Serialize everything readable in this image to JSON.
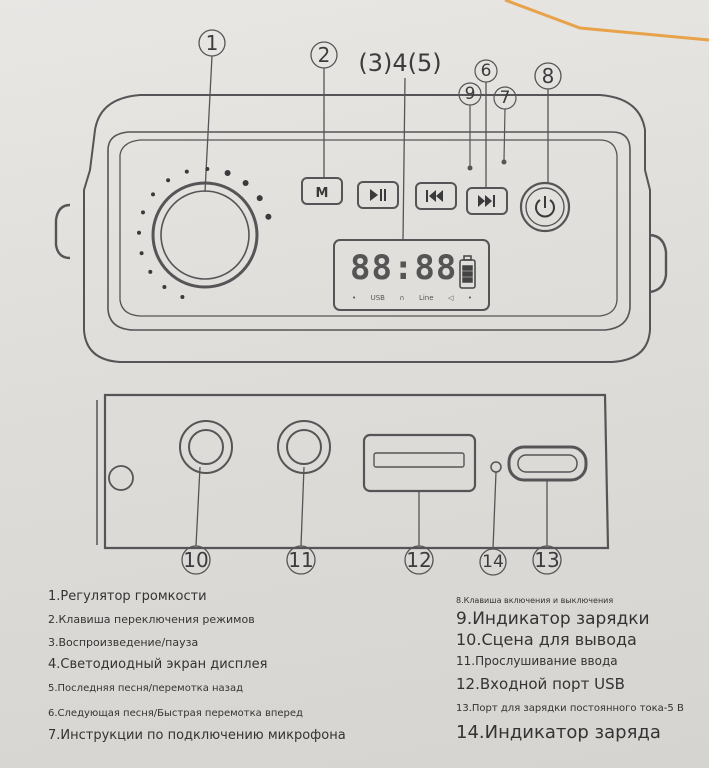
{
  "labels": {
    "n1": "1",
    "n2": "2",
    "n345": "(3)4(5)",
    "n6": "6",
    "n7": "7",
    "n8": "8",
    "n9": "9",
    "n10": "10",
    "n11": "11",
    "n12": "12",
    "n13": "13",
    "n14": "14"
  },
  "display": {
    "digits": "88:88",
    "icons": [
      "•",
      "USB",
      "∩",
      "Line",
      "◁",
      "•"
    ]
  },
  "legend": {
    "left": [
      "1.Регулятор громкости",
      "2.Клавиша переключения режимов",
      "3.Воспроизведение/пауза",
      "4.Светодиодный экран дисплея",
      "5.Последняя песня/перемотка назад",
      "6.Следующая песня/Быстрая перемотка вперед",
      "7.Инструкции по подключению микрофона"
    ],
    "right": [
      "8.Клавиша включения и выключения",
      "9.Индикатор зарядки",
      "10.Сцена для вывода",
      "11.Прослушивание ввода",
      "12.Входной порт USB",
      "13.Порт для зарядки постоянного тока-5 В",
      "14.Индикатор заряда"
    ]
  },
  "colors": {
    "line": "#555557",
    "paper": "#e3e2df",
    "orange": "#e8a24a"
  }
}
